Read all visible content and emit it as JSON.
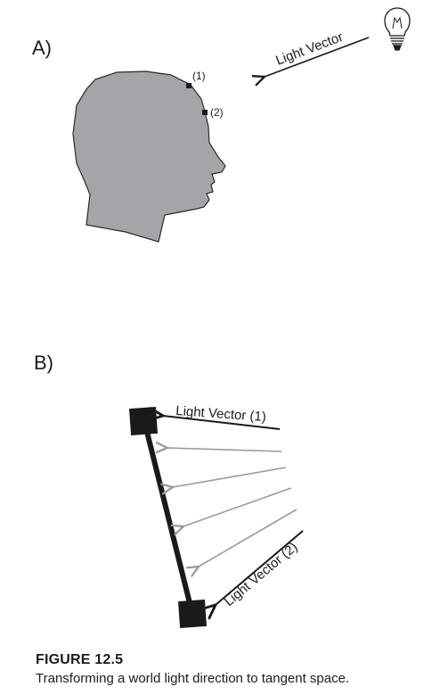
{
  "panel_a": {
    "label": "A)",
    "point_1_label": "(1)",
    "point_2_label": "(2)",
    "light_vector_label": "Light Vector",
    "bulb_icon": "lightbulb-icon",
    "head_fill": "#a3a5a8"
  },
  "panel_b": {
    "label": "B)",
    "light_vector_1_label": "Light Vector (1)",
    "light_vector_2_label": "Light Vector (2)",
    "intermediate_arrow_color": "#9a9a9a",
    "vector_color": "#1a1a1a"
  },
  "caption": {
    "title": "FIGURE 12.5",
    "text": "Transforming a world light direction to tangent space."
  }
}
